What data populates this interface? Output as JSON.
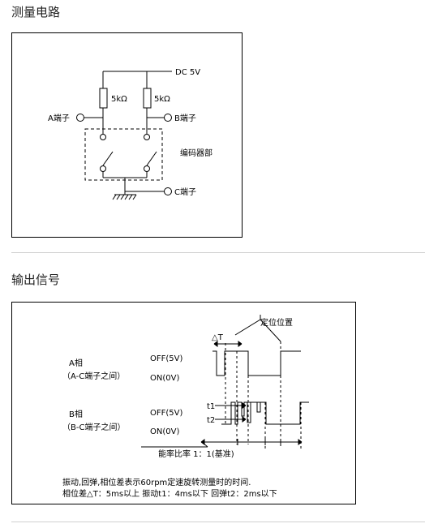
{
  "sections": {
    "circuit_title": "测量电路",
    "output_title": "输出信号"
  },
  "circuit": {
    "supply_label": "DC 5V",
    "resistor_left_label": "5kΩ",
    "resistor_right_label": "5kΩ",
    "terminal_a_label": "A端子",
    "terminal_b_label": "B端子",
    "terminal_c_label": "C端子",
    "encoder_label": "编码器部"
  },
  "signal": {
    "position_label": "定位位置",
    "delta_t_label": "△T",
    "phase_a_label": "A相",
    "phase_a_sub": "（A-C端子之间）",
    "phase_b_label": "B相",
    "phase_b_sub": "（B-C端子之间）",
    "off_label": "OFF(5V)",
    "on_label": "ON(0V)",
    "t1_label": "t1",
    "t2_label": "t2",
    "ratio_label": "能率比率 1：1(基准)",
    "note_line1": "振动,回弹,相位差表示60rpm定速旋转测量时的时间.",
    "note_line2": "相位差△T：5ms以上 振动t1：4ms以下 回弹t2：2ms以下"
  }
}
